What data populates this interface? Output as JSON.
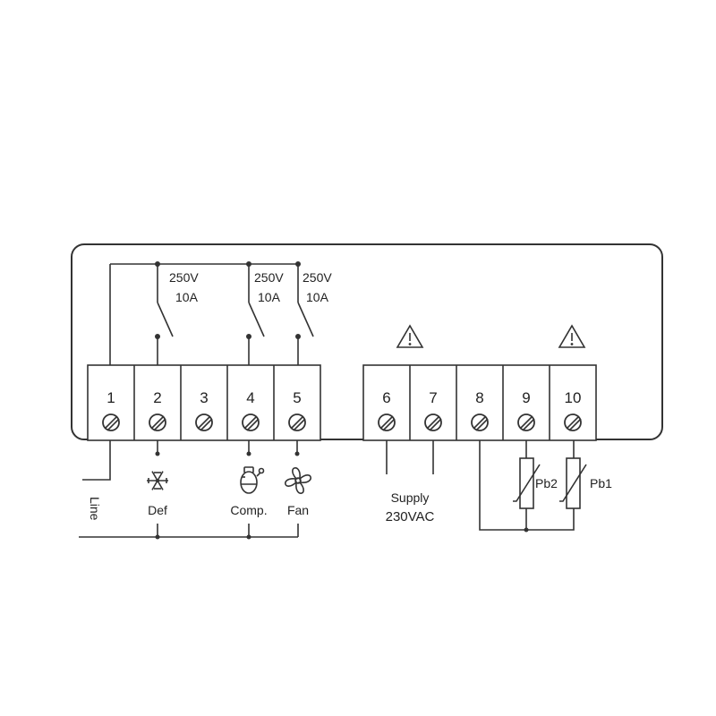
{
  "terminals": [
    {
      "number": "1"
    },
    {
      "number": "2"
    },
    {
      "number": "3"
    },
    {
      "number": "4"
    },
    {
      "number": "5"
    },
    {
      "number": "6"
    },
    {
      "number": "7"
    },
    {
      "number": "8"
    },
    {
      "number": "9"
    },
    {
      "number": "10"
    }
  ],
  "relays": [
    {
      "voltage": "250V",
      "current": "10A"
    },
    {
      "voltage": "250V",
      "current": "10A"
    },
    {
      "voltage": "250V",
      "current": "10A"
    }
  ],
  "loads": {
    "line": "Line",
    "defrost": "Def",
    "compressor": "Comp.",
    "fan": "Fan"
  },
  "supply": {
    "label": "Supply",
    "voltage": "230VAC"
  },
  "probes": {
    "pb2": "Pb2",
    "pb1": "Pb1"
  },
  "icons": {
    "warning": "warning-triangle-icon",
    "defrost": "snowflake-icon",
    "compressor": "compressor-icon",
    "fan": "fan-icon"
  },
  "colors": {
    "line": "#333333",
    "background": "#ffffff"
  }
}
